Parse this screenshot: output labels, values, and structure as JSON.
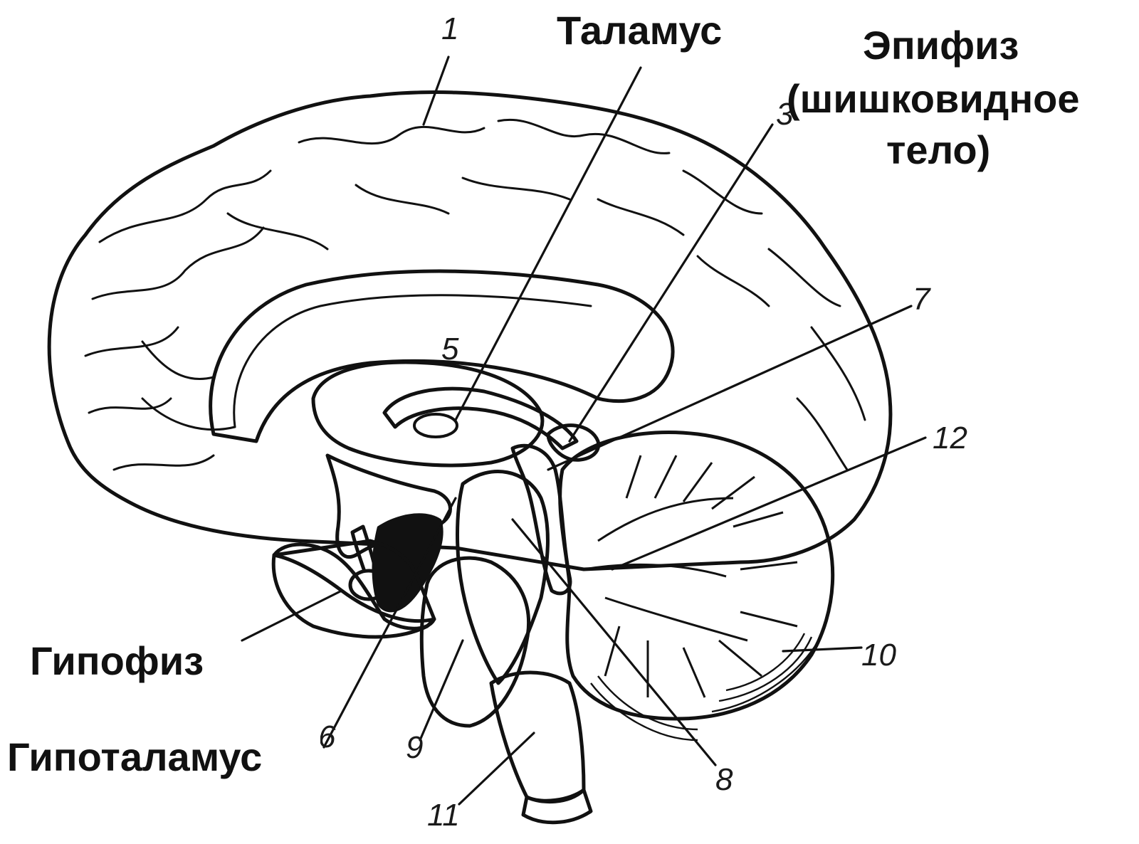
{
  "labels": {
    "thalamus": "Таламус",
    "epiphysis_line1": "Эпифиз",
    "epiphysis_line2": "(шишковидное",
    "epiphysis_line3": "тело)",
    "hypophysis": "Гипофиз",
    "hypothalamus": "Гипоталамус"
  },
  "numbers": {
    "n1": "1",
    "n3": "3",
    "n5": "5",
    "n6": "6",
    "n7": "7",
    "n8": "8",
    "n9": "9",
    "n10": "10",
    "n11": "11",
    "n12": "12"
  },
  "colors": {
    "ink": "#111111",
    "tissue": "#f4f4f4",
    "shade": "#dcdcdc",
    "background": "#ffffff"
  }
}
